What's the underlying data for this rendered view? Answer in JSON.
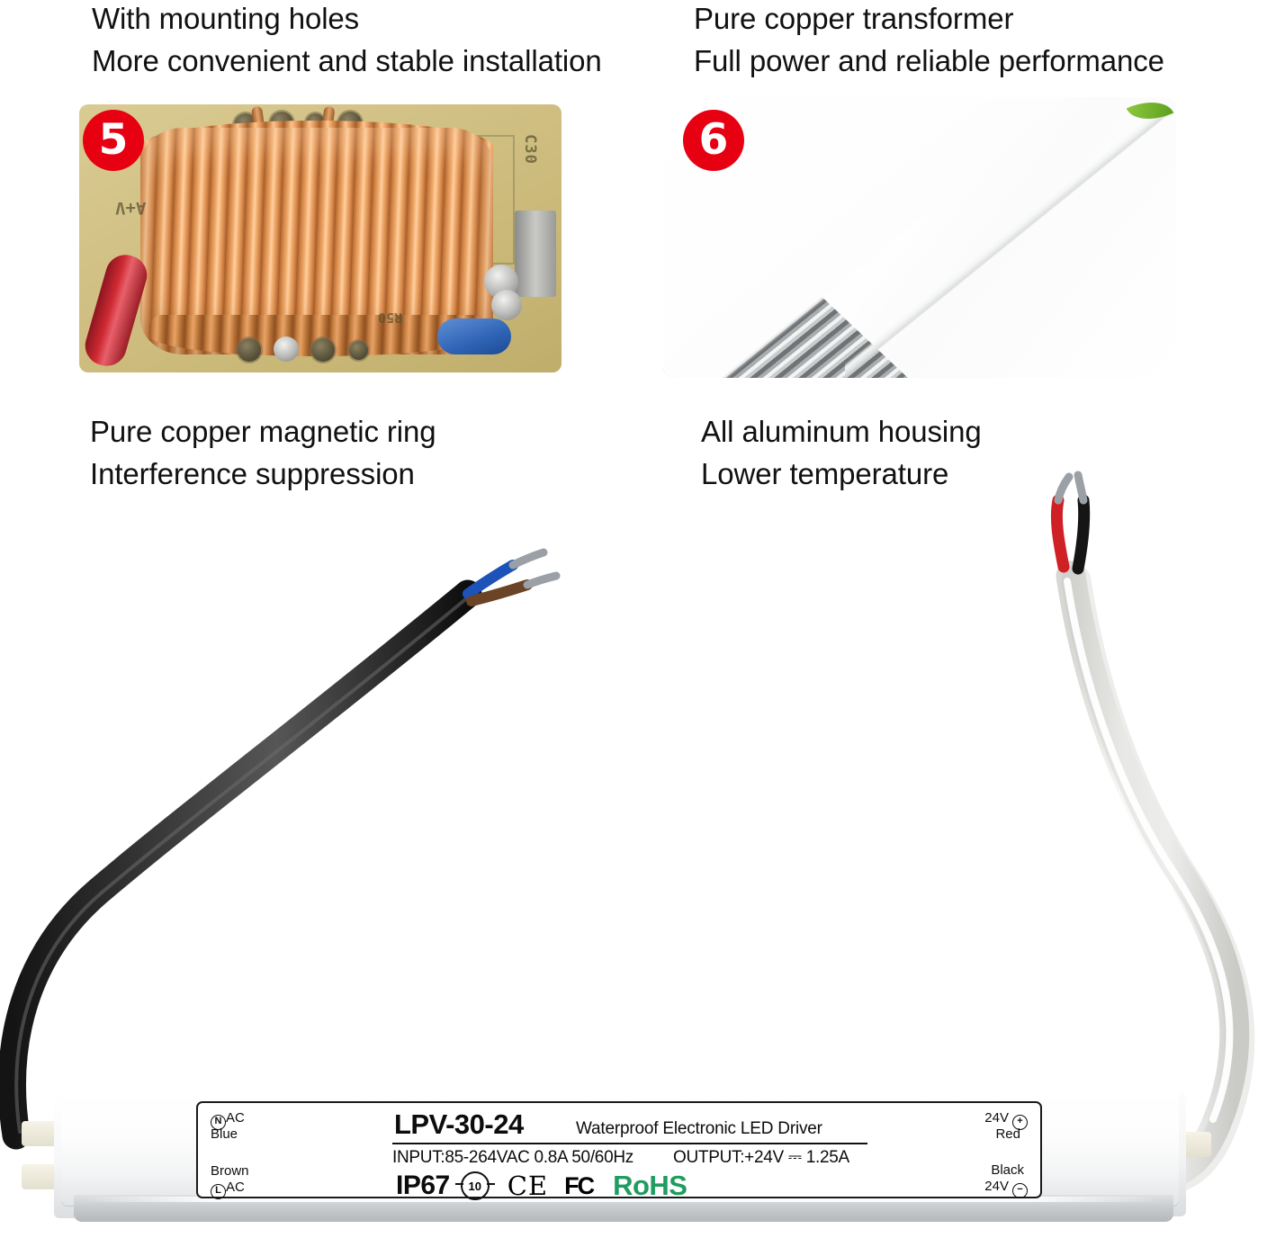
{
  "features": [
    {
      "id": "mounting",
      "badge": "5",
      "heading_line1": "With mounting holes",
      "heading_line2": "More convenient and stable installation",
      "caption_line1": "Pure copper magnetic ring",
      "caption_line2": "Interference suppression",
      "photo_alt": "pcb-copper-toroid-coil",
      "silk_c30": "C30",
      "silk_av": "A+V",
      "silk_r": "R50"
    },
    {
      "id": "transformer",
      "badge": "6",
      "heading_line1": "Pure copper transformer",
      "heading_line2": "Full power and reliable performance",
      "caption_line1": "All aluminum housing",
      "caption_line2": "Lower temperature",
      "photo_alt": "aluminum-finned-housing"
    }
  ],
  "product": {
    "label": {
      "model": "LPV-30-24",
      "tagline": "Waterproof Electronic LED Driver",
      "input": "INPUT:85-264VAC 0.8A  50/60Hz",
      "output": "OUTPUT:+24V ⎓ 1.25A",
      "ac_neutral_symbol": "N",
      "ac_neutral_text": "AC",
      "ac_neutral_wire": "Blue",
      "ac_live_wire": "Brown",
      "ac_live_symbol": "L",
      "ac_live_text": "AC",
      "dc_pos_volts": "24V",
      "dc_pos_symbol": "+",
      "dc_pos_wire": "Red",
      "dc_neg_wire": "Black",
      "dc_neg_volts": "24V",
      "dc_neg_symbol": "−",
      "certs": {
        "ip_rating": "IP67",
        "china_rohs": "10",
        "ce": "CE",
        "fcc": "FC",
        "rohs": "RoHS"
      }
    },
    "input_cable": {
      "jacket": "black",
      "conductors": [
        "blue",
        "brown"
      ]
    },
    "output_cable": {
      "jacket": "white",
      "conductors": [
        "red",
        "black"
      ]
    }
  },
  "colors": {
    "badge_red": "#e60012",
    "rohs_green": "#1f9c5f",
    "copper": "#d4884a",
    "pcb_tan": "#d2c185",
    "body_white": "#ffffff"
  }
}
